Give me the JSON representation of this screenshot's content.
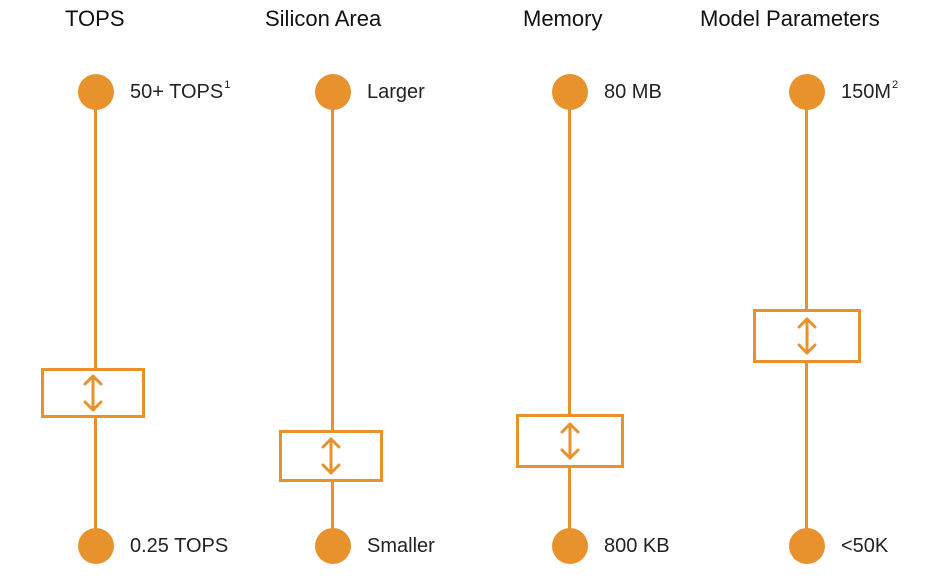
{
  "accent": "#E8922E",
  "columns": [
    {
      "title": "TOPS",
      "top_label": "50+ TOPS",
      "top_sup": "1",
      "bottom_label": "0.25 TOPS",
      "level": 0.33,
      "slider_icon": "up-down-arrow-icon"
    },
    {
      "title": "Silicon Area",
      "top_label": "Larger",
      "top_sup": "",
      "bottom_label": "Smaller",
      "level": 0.2,
      "slider_icon": "up-down-arrow-icon"
    },
    {
      "title": "Memory",
      "top_label": "80 MB",
      "top_sup": "",
      "bottom_label": "800 KB",
      "level": 0.23,
      "slider_icon": "up-down-arrow-icon"
    },
    {
      "title": "Model Parameters",
      "top_label": "150M",
      "top_sup": "2",
      "bottom_label": "<50K",
      "level": 0.46,
      "slider_icon": "up-down-arrow-icon"
    }
  ]
}
